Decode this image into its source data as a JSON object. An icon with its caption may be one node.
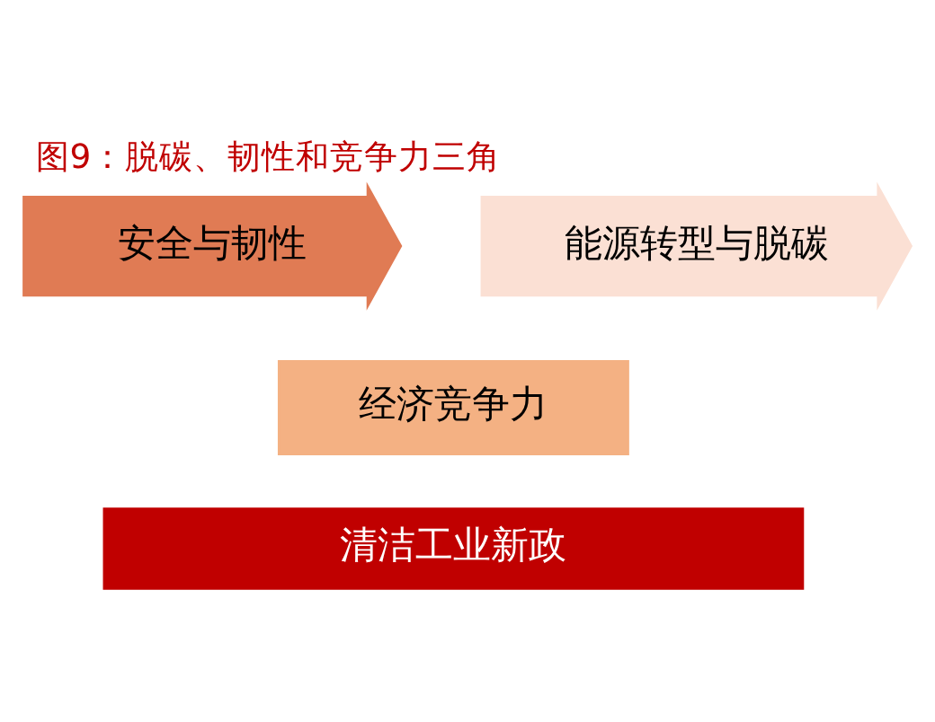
{
  "diagram": {
    "title": "图9：脱碳、韧性和竞争力三角",
    "nodes": [
      {
        "text": [
          "能源转型与脱碳"
        ]
      },
      {
        "text": [
          "安全与韧性"
        ]
      },
      {
        "text": [
          "经济竞争力"
        ]
      },
      {
        "text": [
          "清洁工业新政"
        ]
      }
    ]
  }
}
